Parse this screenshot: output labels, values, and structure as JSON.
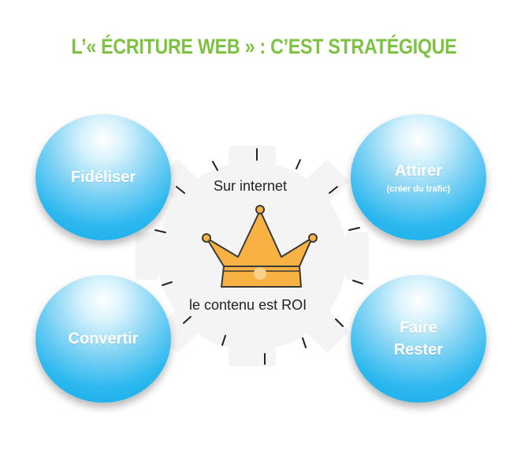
{
  "title": "L’« ÉCRITURE WEB » : C’EST STRATÉGIQUE",
  "colors": {
    "title": "#7dc242",
    "bubble": "#13a9e8",
    "crown_fill": "#f8b243",
    "crown_stroke": "#3a3a3a",
    "ticks": "#222222"
  },
  "center": {
    "top_text": "Sur internet",
    "bottom_text": "le contenu est ROI",
    "icon": "crown-icon"
  },
  "bubbles": {
    "fideliser": {
      "label": "Fidéliser"
    },
    "attirer": {
      "label": "Attirer",
      "sublabel": "(créer du trafic)"
    },
    "convertir": {
      "label": "Convertir"
    },
    "faire_rester": {
      "label_line1": "Faire",
      "label_line2": "Rester"
    }
  }
}
